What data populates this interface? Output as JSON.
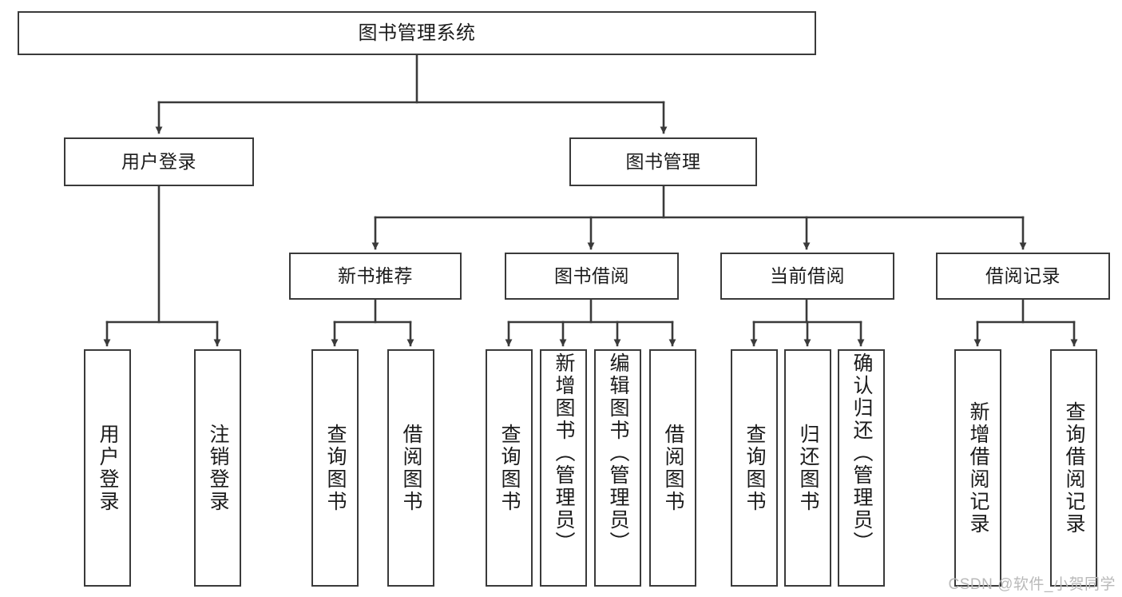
{
  "diagram": {
    "type": "tree",
    "title": "图书管理系统",
    "orientation": "top-down",
    "colors": {
      "background": "#ffffff",
      "node_border": "#3a3a3a",
      "node_fill": "#ffffff",
      "edge": "#3a3a3a",
      "text": "#1b1b1b",
      "watermark": "#b9b9b9"
    },
    "root": {
      "label": "图书管理系统"
    },
    "level2": [
      {
        "label": "用户登录"
      },
      {
        "label": "图书管理"
      }
    ],
    "level3": [
      {
        "label": "新书推荐"
      },
      {
        "label": "图书借阅"
      },
      {
        "label": "当前借阅"
      },
      {
        "label": "借阅记录"
      }
    ],
    "leaves": {
      "user_login": [
        {
          "label": "用户登录"
        },
        {
          "label": "注销登录"
        }
      ],
      "new_book_recommend": [
        {
          "label": "查询图书"
        },
        {
          "label": "借阅图书"
        }
      ],
      "book_borrow": [
        {
          "label": "查询图书"
        },
        {
          "label": "新增图书（管理员）"
        },
        {
          "label": "编辑图书（管理员）"
        },
        {
          "label": "借阅图书"
        }
      ],
      "current_borrow": [
        {
          "label": "查询图书"
        },
        {
          "label": "归还图书"
        },
        {
          "label": "确认归还（管理员）"
        }
      ],
      "borrow_record": [
        {
          "label": "新增借阅记录"
        },
        {
          "label": "查询借阅记录"
        }
      ]
    }
  },
  "watermark": {
    "text": "CSDN @软件_小贺同学"
  }
}
